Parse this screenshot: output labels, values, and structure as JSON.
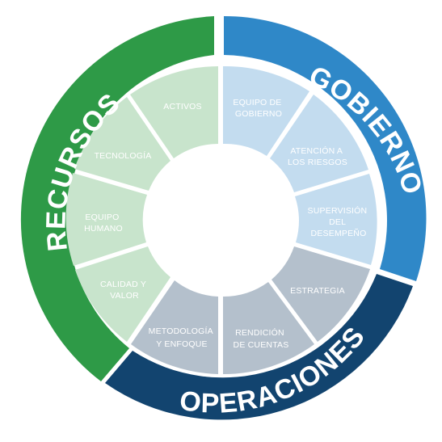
{
  "colors": {
    "recursos_ring": "#2e9a47",
    "gobierno_ring": "#2f88c8",
    "operaciones_ring": "#12446f",
    "recursos_segment": "#c8e4cc",
    "gobierno_segment": "#c3dcef",
    "operaciones_segment": "#b4c0cc",
    "divider": "#ffffff",
    "center": "#ffffff"
  },
  "ring": {
    "recursos": "RECURSOS",
    "gobierno": "GOBIERNO",
    "operaciones": "OPERACIONES"
  },
  "segments": {
    "activos": "ACTIVOS",
    "equipo_gobierno": [
      "EQUIPO DE",
      "GOBIERNO"
    ],
    "atencion_riesgos": [
      "ATENCIÓN A",
      "LOS RIESGOS"
    ],
    "supervision": [
      "SUPERVISIÓN",
      "DEL",
      "DESEMPEÑO"
    ],
    "estrategia": "ESTRATEGIA",
    "rendicion": [
      "RENDICIÓN",
      "DE CUENTAS"
    ],
    "metodologia": [
      "METODOLOGÍA",
      "Y ENFOQUE"
    ],
    "calidad": [
      "CALIDAD Y",
      "VALOR"
    ],
    "equipo_humano": [
      "EQUIPO",
      "HUMANO"
    ],
    "tecnologia": "TECNOLOGÍA"
  }
}
